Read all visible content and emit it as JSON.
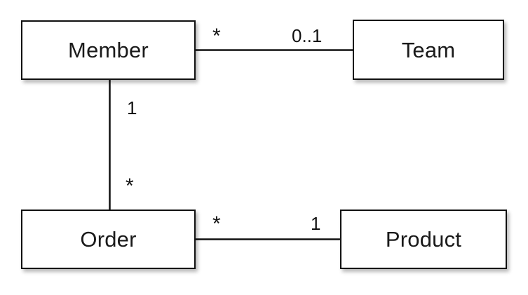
{
  "diagram": {
    "type": "uml-class-relationship-diagram",
    "background_color": "#ffffff",
    "line_color": "#111111",
    "box_fill_color": "#ffffff",
    "box_border_color": "#111111",
    "text_color": "#1a1a1a",
    "classes": [
      {
        "id": "member",
        "name": "Member"
      },
      {
        "id": "team",
        "name": "Team"
      },
      {
        "id": "order",
        "name": "Order"
      },
      {
        "id": "product",
        "name": "Product"
      }
    ],
    "associations": [
      {
        "id": "member-team",
        "from": "Member",
        "to": "Team",
        "orientation": "horizontal",
        "source_multiplicity": "*",
        "target_multiplicity": "0..1"
      },
      {
        "id": "member-order",
        "from": "Member",
        "to": "Order",
        "orientation": "vertical",
        "source_multiplicity": "1",
        "target_multiplicity": "*"
      },
      {
        "id": "order-product",
        "from": "Order",
        "to": "Product",
        "orientation": "horizontal",
        "source_multiplicity": "*",
        "target_multiplicity": "1"
      }
    ]
  }
}
